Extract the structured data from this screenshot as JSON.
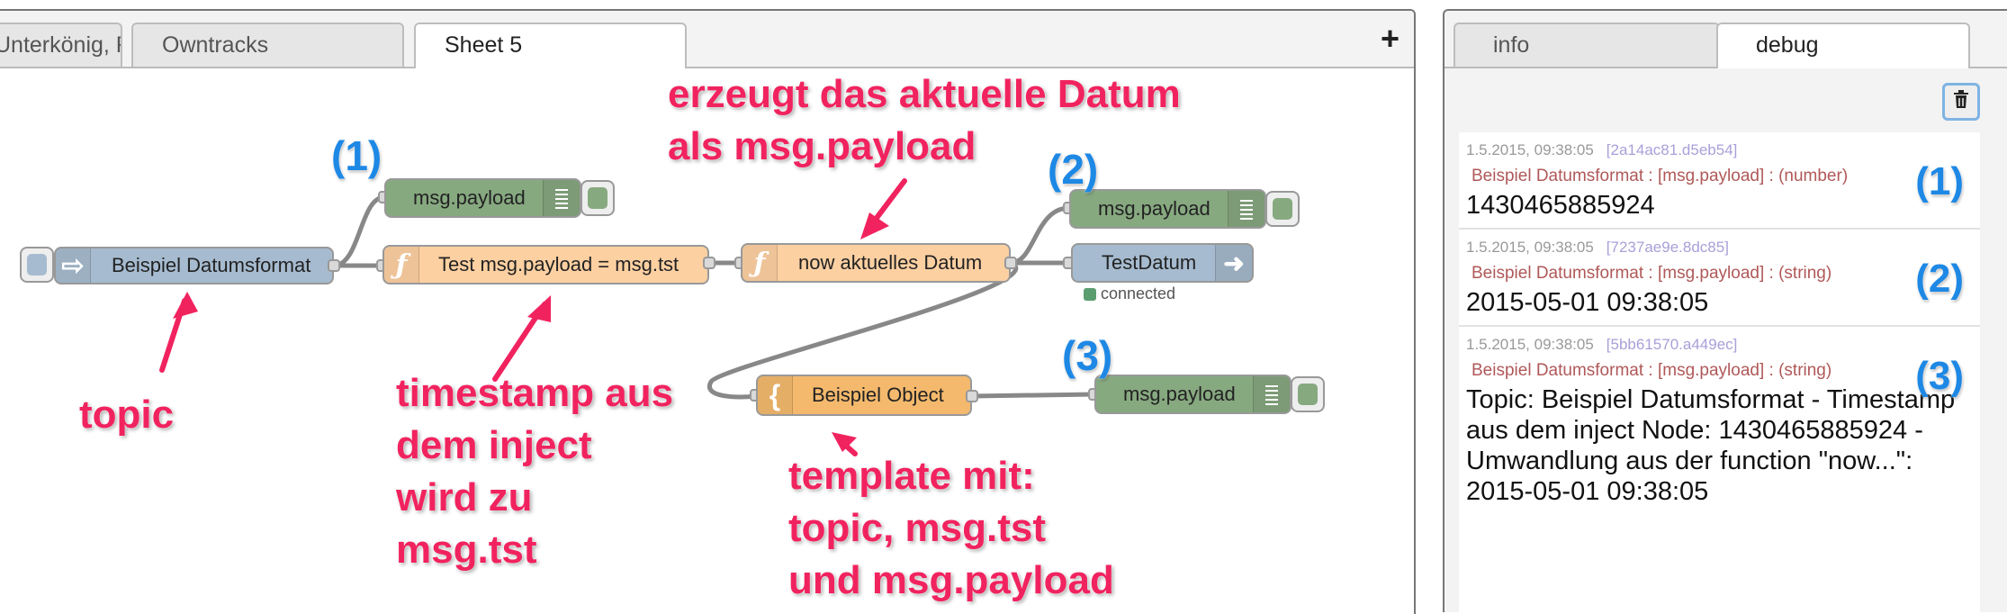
{
  "workspace": {
    "tabs": [
      {
        "label": "Unterkönig, Fri"
      },
      {
        "label": "Owntracks"
      },
      {
        "label": "Sheet 5"
      }
    ],
    "add_tab_label": "+",
    "nodes": {
      "inject": {
        "label": "Beispiel Datumsformat"
      },
      "debug1": {
        "label": "msg.payload"
      },
      "func1": {
        "label": "Test msg.payload = msg.tst"
      },
      "func2": {
        "label": "now aktuelles Datum"
      },
      "debug2": {
        "label": "msg.payload"
      },
      "mqtt_out": {
        "label": "TestDatum",
        "status": "connected"
      },
      "template": {
        "label": "Beispiel Object"
      },
      "debug3": {
        "label": "msg.payload"
      }
    },
    "annotations": {
      "topic": "topic",
      "timestamp": [
        "timestamp aus",
        "dem inject",
        "wird zu",
        "msg.tst"
      ],
      "erzeugt": [
        "erzeugt das aktuelle Datum",
        "als msg.payload"
      ],
      "template": [
        "template mit:",
        "topic, msg.tst",
        "und msg.payload"
      ],
      "num1": "(1)",
      "num2": "(2)",
      "num3": "(3)"
    }
  },
  "sidebar": {
    "tabs": [
      {
        "label": "info"
      },
      {
        "label": "debug"
      }
    ],
    "clear_icon": "trash-icon",
    "messages": [
      {
        "time": "1.5.2015, 09:38:05",
        "id": "[2a14ac81.d5eb54]",
        "topic": "Beispiel Datumsformat : [msg.payload] : (number)",
        "payload": "1430465885924",
        "num": "(1)"
      },
      {
        "time": "1.5.2015, 09:38:05",
        "id": "[7237ae9e.8dc85]",
        "topic": "Beispiel Datumsformat : [msg.payload] : (string)",
        "payload": "2015-05-01 09:38:05",
        "num": "(2)"
      },
      {
        "time": "1.5.2015, 09:38:05",
        "id": "[5bb61570.a449ec]",
        "topic": "Beispiel Datumsformat : [msg.payload] : (string)",
        "payload": "Topic: Beispiel Datumsformat - Timestamp aus dem inject Node: 1430465885924 - Umwandlung aus der function \"now...\": 2015-05-01 09:38:05",
        "num": "(3)"
      }
    ]
  },
  "colors": {
    "annotation": "#f1235f",
    "number": "#1e88e5",
    "inject": "#a6bbcf",
    "function": "#fdd0a2",
    "template": "#f4b96d",
    "debug": "#87a980"
  }
}
